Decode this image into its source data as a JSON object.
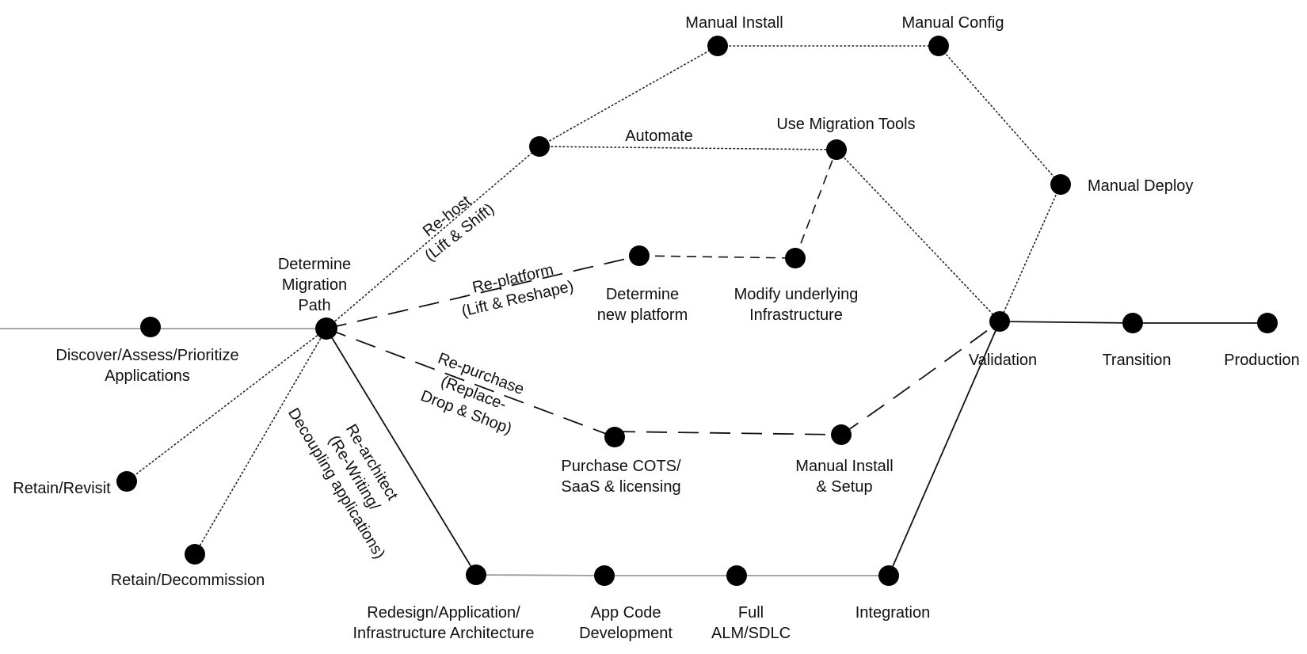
{
  "nodes": {
    "discover": "Discover/Assess/Prioritize\nApplications",
    "determine_path": "Determine\nMigration\nPath",
    "retain_revisit": "Retain/Revisit",
    "retain_decommission": "Retain/Decommission",
    "manual_install": "Manual Install",
    "manual_config": "Manual Config",
    "use_migration_tools": "Use Migration Tools",
    "manual_deploy": "Manual Deploy",
    "determine_new_platform": "Determine\nnew platform",
    "modify_infrastructure": "Modify underlying\nInfrastructure",
    "validation": "Validation",
    "transition": "Transition",
    "production": "Production",
    "purchase_cots": "Purchase COTS/\nSaaS & licensing",
    "manual_install_setup": "Manual Install\n& Setup",
    "redesign": "Redesign/Application/\nInfrastructure Architecture",
    "app_code": "App Code\nDevelopment",
    "full_alm": "Full\nALM/SDLC",
    "integration": "Integration"
  },
  "edge_labels": {
    "rehost": "Re-host\n(Lift & Shift)",
    "replatform": "Re-platform\n(Lift & Reshape)",
    "repurchase": "Re-purchase\n(Replace-\nDrop & Shop)",
    "rearchitect": "Re-architect\n(Re-Writing/\nDecoupling applications)",
    "automate": "Automate"
  }
}
